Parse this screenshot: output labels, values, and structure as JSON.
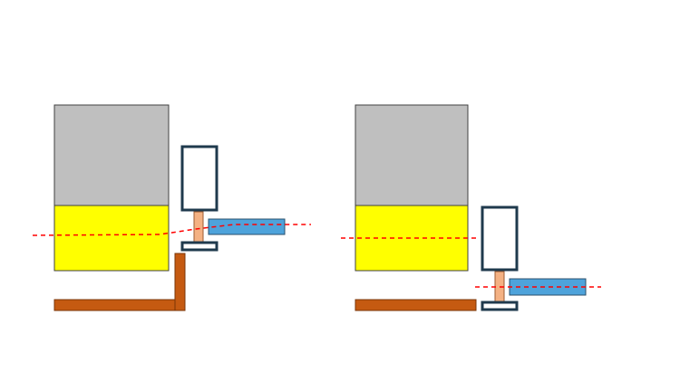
{
  "colors": {
    "background": "#FFFFFF",
    "upper_block": "#BFBFBF",
    "lower_block": "#FFFF00",
    "block_outline": "#404040",
    "base_bar": "#C55A11",
    "frame_outline": "#1F3A4D",
    "shaft": "#F4B183",
    "cap": "#4EA3DB",
    "reference_line": "#FF0000"
  },
  "panels": [
    {
      "id": "left",
      "upper_block": "tank-upper-section",
      "lower_block": "tank-lower-section",
      "has_vertical_support": true,
      "reference_line": "bent"
    },
    {
      "id": "right",
      "upper_block": "tank-upper-section",
      "lower_block": "tank-lower-section",
      "has_vertical_support": false,
      "reference_line": "two-level"
    }
  ]
}
